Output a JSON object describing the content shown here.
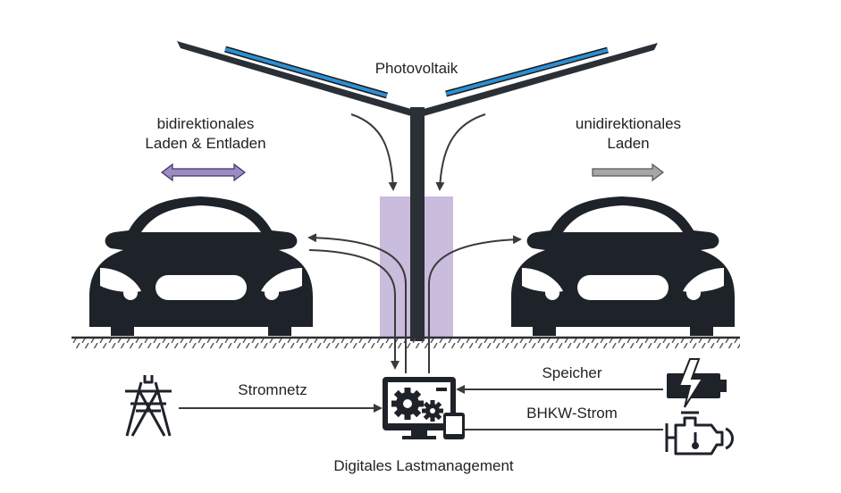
{
  "labels": {
    "photovoltaik": "Photovoltaik",
    "bidirectional_line1": "bidirektionales",
    "bidirectional_line2": "Laden & Entladen",
    "unidirectional_line1": "unidirektionales",
    "unidirectional_line2": "Laden",
    "stromnetz": "Stromnetz",
    "speicher": "Speicher",
    "bhkw": "BHKW-Strom",
    "lastmanagement": "Digitales Lastmanagement"
  },
  "icons": {
    "grid": "power-tower-icon",
    "battery": "battery-lightning-icon",
    "engine": "engine-icon",
    "controller": "gears-monitor-icon"
  },
  "colors": {
    "dark": "#1e2229",
    "solar_panel": "#2b8fd6",
    "pillar": "#c9bcdc",
    "bidirectional_arrow": "#9b8bc2",
    "unidirectional_arrow": "#a6a6a6",
    "line": "#3a3a3a"
  }
}
